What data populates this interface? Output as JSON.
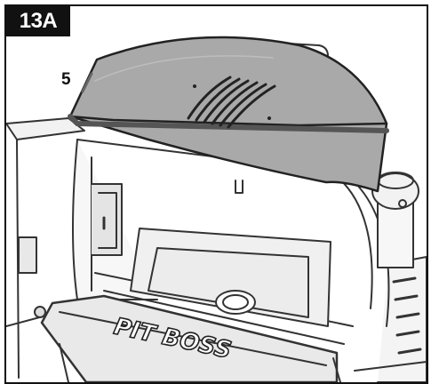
{
  "step": {
    "label": "13A"
  },
  "callout": {
    "number": "5"
  },
  "brand": {
    "text": "PIT BOSS"
  },
  "colors": {
    "ink": "#111111",
    "lid_fill": "#a9a9a9",
    "line": "#333333"
  }
}
